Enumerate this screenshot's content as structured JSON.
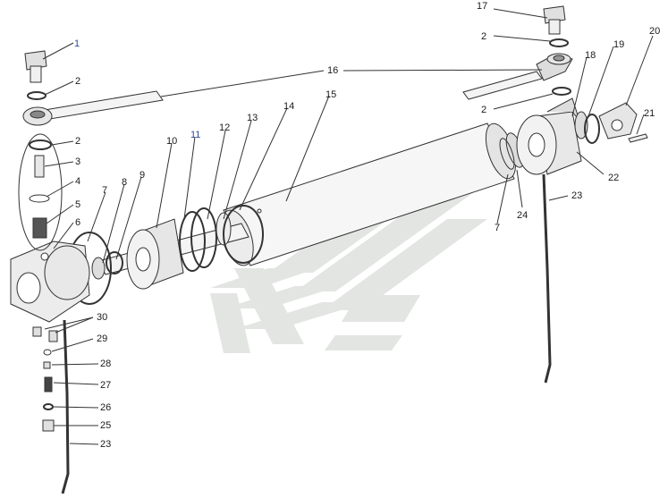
{
  "diagram": {
    "callouts": [
      {
        "id": "c1",
        "text": "1",
        "blue": true
      },
      {
        "id": "c2a",
        "text": "2",
        "blue": false
      },
      {
        "id": "c2b",
        "text": "2",
        "blue": false
      },
      {
        "id": "c3",
        "text": "3",
        "blue": false
      },
      {
        "id": "c4",
        "text": "4",
        "blue": false
      },
      {
        "id": "c5",
        "text": "5",
        "blue": false
      },
      {
        "id": "c6",
        "text": "6",
        "blue": false
      },
      {
        "id": "c7a",
        "text": "7",
        "blue": false
      },
      {
        "id": "c8",
        "text": "8",
        "blue": false
      },
      {
        "id": "c9",
        "text": "9",
        "blue": false
      },
      {
        "id": "c10",
        "text": "10",
        "blue": false
      },
      {
        "id": "c11",
        "text": "11",
        "blue": true
      },
      {
        "id": "c12",
        "text": "12",
        "blue": false
      },
      {
        "id": "c13",
        "text": "13",
        "blue": false
      },
      {
        "id": "c14",
        "text": "14",
        "blue": false
      },
      {
        "id": "c15",
        "text": "15",
        "blue": false
      },
      {
        "id": "c16",
        "text": "16",
        "blue": false
      },
      {
        "id": "c17",
        "text": "17",
        "blue": false
      },
      {
        "id": "c2c",
        "text": "2",
        "blue": false
      },
      {
        "id": "c2d",
        "text": "2",
        "blue": false
      },
      {
        "id": "c18",
        "text": "18",
        "blue": false
      },
      {
        "id": "c19",
        "text": "19",
        "blue": false
      },
      {
        "id": "c20",
        "text": "20",
        "blue": false
      },
      {
        "id": "c21",
        "text": "21",
        "blue": false
      },
      {
        "id": "c22",
        "text": "22",
        "blue": false
      },
      {
        "id": "c23a",
        "text": "23",
        "blue": false
      },
      {
        "id": "c24",
        "text": "24",
        "blue": false
      },
      {
        "id": "c7b",
        "text": "7",
        "blue": false
      },
      {
        "id": "c30",
        "text": "30",
        "blue": false
      },
      {
        "id": "c29",
        "text": "29",
        "blue": false
      },
      {
        "id": "c28",
        "text": "28",
        "blue": false
      },
      {
        "id": "c27",
        "text": "27",
        "blue": false
      },
      {
        "id": "c26",
        "text": "26",
        "blue": false
      },
      {
        "id": "c25",
        "text": "25",
        "blue": false
      },
      {
        "id": "c23b",
        "text": "23",
        "blue": false
      }
    ],
    "colors": {
      "line": "#333333",
      "part_fill": "#f4f4f4",
      "shade": "#c8c8c8",
      "watermark": "#e2e4e2",
      "blue_label": "#2a4a9a"
    }
  }
}
